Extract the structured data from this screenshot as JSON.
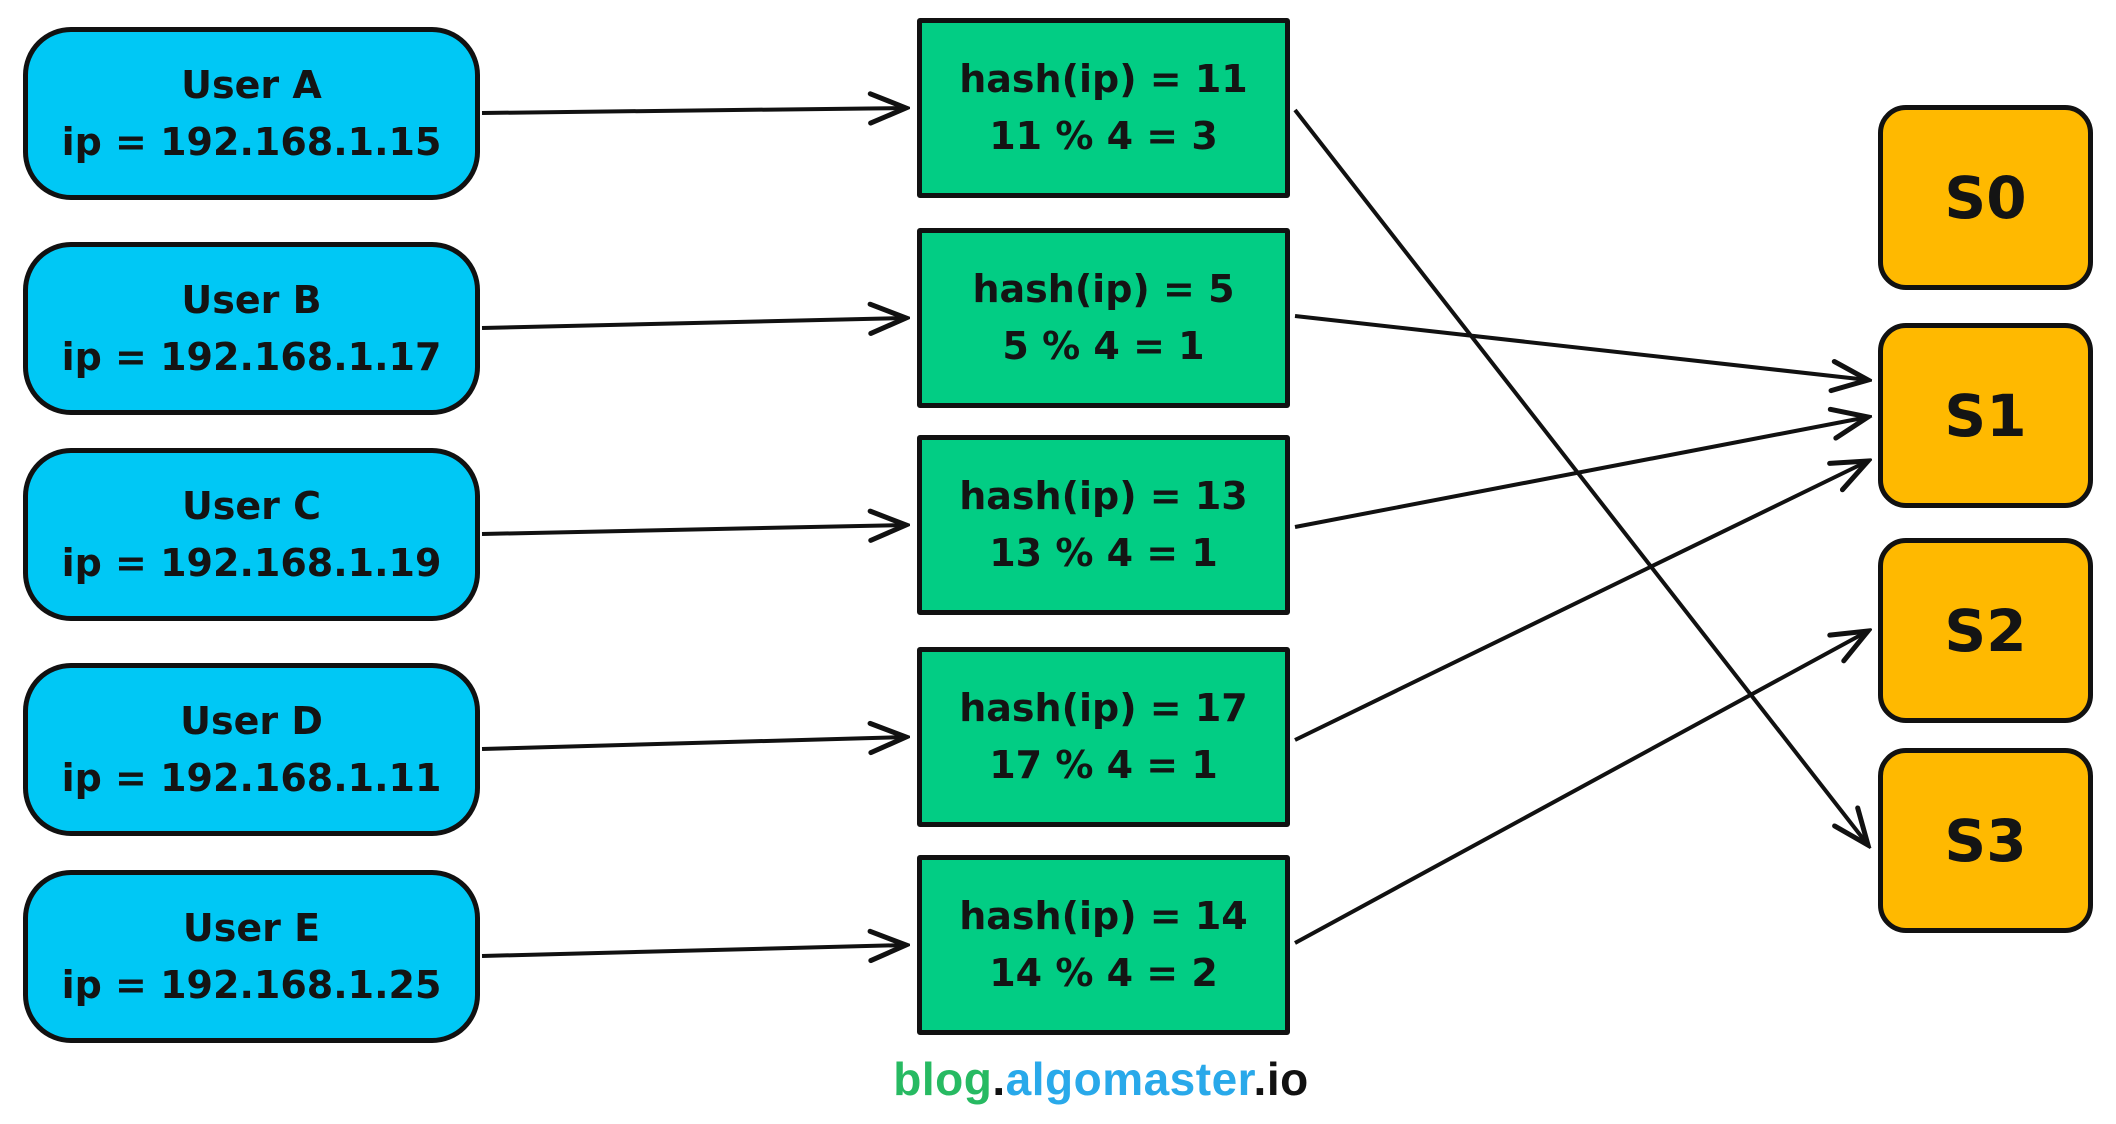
{
  "diagram": {
    "title_semantic": "IP hash load balancing",
    "users": [
      {
        "label": "User A",
        "ip_line": "ip = 192.168.1.15"
      },
      {
        "label": "User B",
        "ip_line": "ip = 192.168.1.17"
      },
      {
        "label": "User C",
        "ip_line": "ip = 192.168.1.19"
      },
      {
        "label": "User D",
        "ip_line": "ip = 192.168.1.11"
      },
      {
        "label": "User E",
        "ip_line": "ip = 192.168.1.25"
      }
    ],
    "hash_nodes": [
      {
        "line1": "hash(ip) = 11",
        "line2": "11 % 4 = 3"
      },
      {
        "line1": "hash(ip) = 5",
        "line2": "5 % 4 = 1"
      },
      {
        "line1": "hash(ip) = 13",
        "line2": "13 % 4 = 1"
      },
      {
        "line1": "hash(ip) = 17",
        "line2": "17 % 4 = 1"
      },
      {
        "line1": "hash(ip) = 14",
        "line2": "14 % 4 = 2"
      }
    ],
    "servers": [
      {
        "label": "S0"
      },
      {
        "label": "S1"
      },
      {
        "label": "S2"
      },
      {
        "label": "S3"
      }
    ],
    "edges": {
      "user_to_hash": [
        "User A -> hash(ip) = 11",
        "User B -> hash(ip) = 5",
        "User C -> hash(ip) = 13",
        "User D -> hash(ip) = 17",
        "User E -> hash(ip) = 14"
      ],
      "hash_to_server": [
        "11 % 4 = 3 -> S3",
        "5 % 4 = 1 -> S1",
        "13 % 4 = 1 -> S1",
        "17 % 4 = 1 -> S1",
        "14 % 4 = 2 -> S2"
      ]
    },
    "footer": {
      "seg1": "blog",
      "dot1": ".",
      "seg2": "algomaster",
      "seg3": ".io"
    },
    "colors": {
      "user_fill": "#00C8F5",
      "hash_fill": "#02CD84",
      "server_fill": "#FFB900",
      "stroke": "#111111",
      "footer_green": "#27BA62",
      "footer_blue": "#29A9EA"
    }
  }
}
